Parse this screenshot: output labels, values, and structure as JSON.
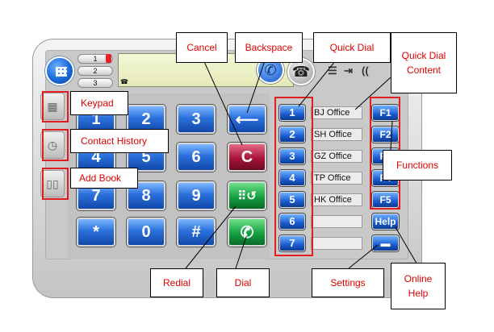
{
  "line_selector": {
    "lines": [
      "1",
      "2",
      "3"
    ]
  },
  "keypad": {
    "keys": [
      "1",
      "2",
      "3",
      "4",
      "5",
      "6",
      "7",
      "8",
      "9",
      "*",
      "0",
      "#"
    ],
    "cancel_label": "C"
  },
  "quick_dial": {
    "numbers": [
      "1",
      "2",
      "3",
      "4",
      "5",
      "6",
      "7"
    ],
    "entries": [
      "BJ Office",
      "SH Office",
      "GZ Office",
      "TP Office",
      "HK Office",
      "",
      ""
    ]
  },
  "functions": {
    "keys": [
      "F1",
      "F2",
      "F3",
      "F4",
      "F5"
    ],
    "help_label": "Help"
  },
  "callouts": {
    "cancel": "Cancel",
    "backspace": "Backspace",
    "quick_dial": "Quick Dial",
    "quick_dial_content": "Quick Dial Content",
    "keypad": "Keypad",
    "contact_history": "Contact History",
    "add_book": "Add Book",
    "functions": "Functions",
    "redial": "Redial",
    "dial": "Dial",
    "settings": "Settings",
    "online_help": "Online Help"
  },
  "colors": {
    "callout_text": "#e00000",
    "highlight_box": "#e02020",
    "key_blue": "#1a5cd0",
    "cancel_red": "#a8133a",
    "dial_green": "#14a040"
  },
  "icons": {
    "main_button": "grid-icon",
    "call": "phone-icon",
    "hang_up": "hang-up-icon",
    "keypad_tab": "keypad-icon",
    "history_tab": "clock-icon",
    "book_tab": "book-icon",
    "backspace": "backspace-arrow-icon",
    "redial": "redial-icon",
    "dial": "handset-icon",
    "settings": "settings-bar-icon"
  }
}
